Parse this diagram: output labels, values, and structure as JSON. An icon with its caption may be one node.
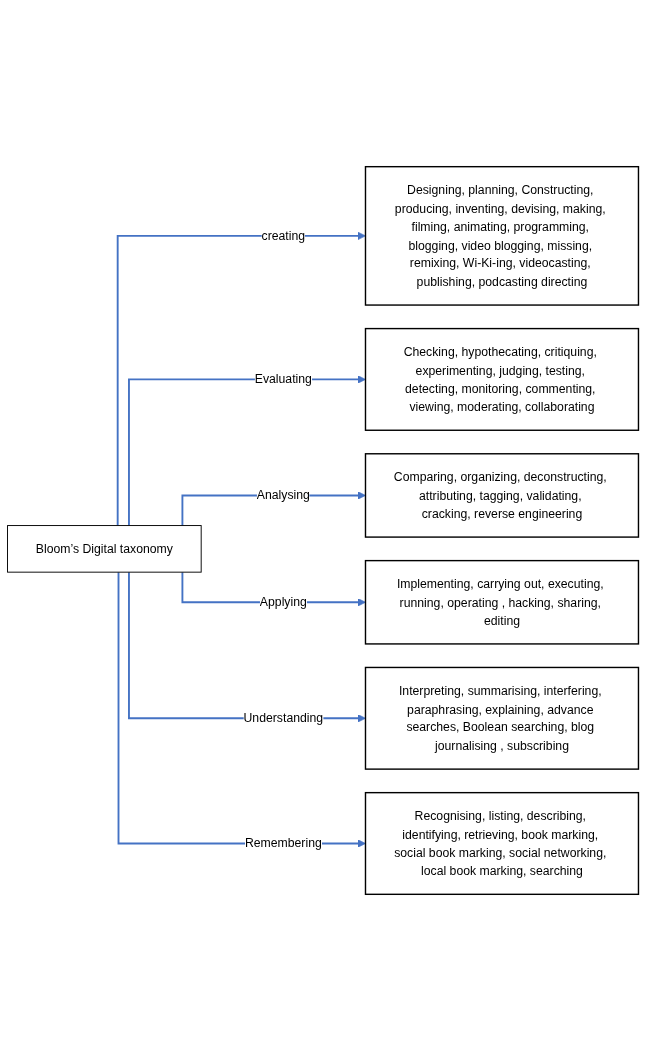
{
  "diagram": {
    "nodes": [
      {
        "text": [
          "Bloom’s Digital taxonomy"
        ]
      },
      {
        "text": [
          "Designing, planning, Constructing, producing, inventing, devising, making, filming, animating, programming, blogging, video blogging, missing, remixing, Wi-Ki-ing, videocasting, publishing, podcasting directing"
        ]
      },
      {
        "text": [
          "Checking, hypothecating, critiquing, experimenting, judging, testing, detecting, monitoring, commenting, viewing, moderating, collaborating"
        ]
      },
      {
        "text": [
          "Comparing, organizing, deconstructing, attributing, tagging, validating, cracking, reverse engineering"
        ]
      },
      {
        "text": [
          "Implementing, carrying out, executing, running, operating , hacking, sharing, editing"
        ]
      },
      {
        "text": [
          "Interpreting, summarising, interfering, paraphrasing, explaining, advance searches, Boolean searching, blog journalising , subscribing"
        ]
      },
      {
        "text": [
          "Recognising, listing, describing, identifying, retrieving, book marking, social book marking, social networking, local book marking, searching"
        ]
      }
    ],
    "edges": [
      {
        "from": 0,
        "to": 1,
        "label": "creating",
        "arrow": "to"
      },
      {
        "from": 0,
        "to": 2,
        "label": "Evaluating",
        "arrow": "to"
      },
      {
        "from": 0,
        "to": 3,
        "label": "Analysing",
        "arrow": "to"
      },
      {
        "from": 0,
        "to": 4,
        "label": "Applying",
        "arrow": "to"
      },
      {
        "from": 0,
        "to": 5,
        "label": "Understanding",
        "arrow": "to"
      },
      {
        "from": 0,
        "to": 6,
        "label": "Remembering",
        "arrow": "to"
      }
    ]
  }
}
